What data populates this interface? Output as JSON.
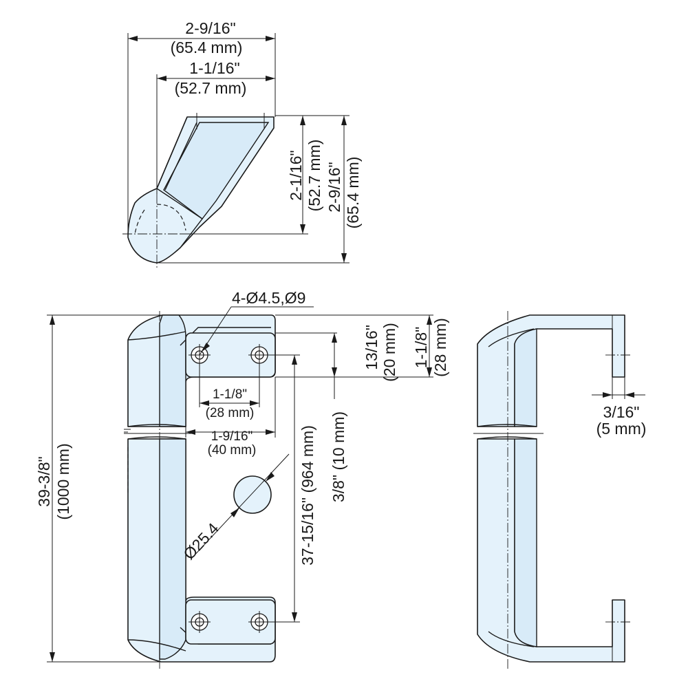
{
  "top_view": {
    "overall_width_in": "2-9/16\"",
    "overall_width_mm": "(65.4 mm)",
    "inner_width_in": "1-1/16\"",
    "inner_width_mm": "(52.7 mm)",
    "height_in": "2-1/16\"",
    "height_mm": "(52.7 mm)",
    "overall_height_in": "2-9/16\"",
    "overall_height_mm": "(65.4 mm)"
  },
  "front_view": {
    "hole_callout": "4-Ø4.5,Ø9",
    "hole_spacing_in": "1-1/8\"",
    "hole_spacing_mm": "(28 mm)",
    "foot_width_in": "1-9/16\"",
    "foot_width_mm": "(40 mm)",
    "overall_length_in": "39-3/8\"",
    "overall_length_mm": "(1000 mm)",
    "grip_diameter": "Ø25.4",
    "hole_center_distance": "37-15/16\" (964 mm)",
    "edge_to_hole_in": "13/16\"",
    "edge_to_hole_mm": "(20 mm)",
    "foot_length_in": "1-1/8\"",
    "foot_length_mm": "(28 mm)",
    "offset": "3/8\" (10 mm)"
  },
  "side_view": {
    "thickness_in": "3/16\"",
    "thickness_mm": "(5 mm)"
  }
}
